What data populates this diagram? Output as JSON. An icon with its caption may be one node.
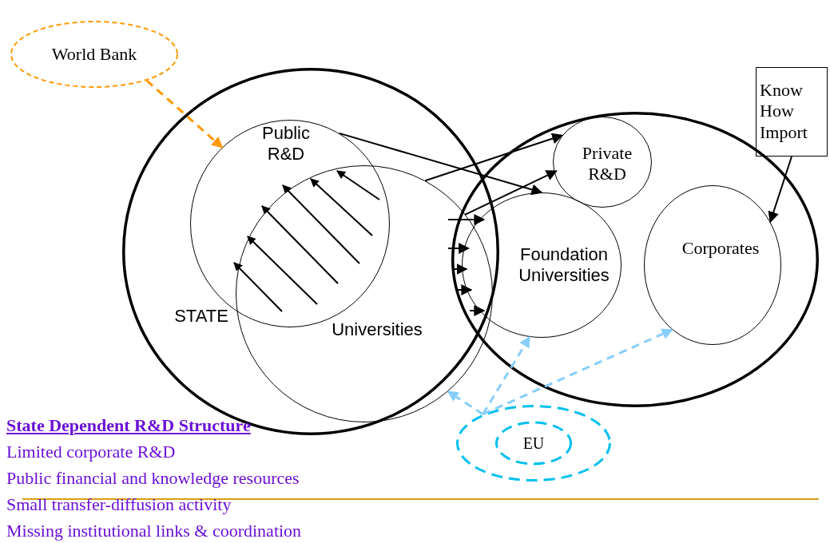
{
  "diagram": {
    "nodes": [
      {
        "text": [
          "World Bank"
        ]
      },
      {
        "text": [
          "STATE"
        ]
      },
      {
        "text": [],
        "shape": "circle"
      },
      {
        "text": [
          "Public R&D"
        ],
        "in": 1
      },
      {
        "text": [
          "Universities"
        ],
        "in": 1
      },
      {
        "text": [
          "Private R&D"
        ],
        "in": 2
      },
      {
        "text": [
          "Foundation Universities"
        ],
        "in": 2
      },
      {
        "text": [
          "Corporates"
        ],
        "in": 2
      },
      {
        "text": [
          "Know How Import"
        ]
      },
      {
        "text": [
          "EU"
        ]
      }
    ],
    "edges": [
      {
        "from": 0,
        "to": 3,
        "arrow": "to",
        "style": "dashed",
        "color": "#ff9900"
      },
      {
        "from": 3,
        "to": 6,
        "arrow": "to"
      },
      {
        "from": 4,
        "to": 5,
        "arrow": "to"
      },
      {
        "from": 4,
        "to": 5,
        "arrow": "to"
      },
      {
        "from": 8,
        "to": 7,
        "arrow": "to"
      },
      {
        "from": 9,
        "to": 4,
        "arrow": "to",
        "style": "dashed",
        "color": "#87cefa"
      },
      {
        "from": 9,
        "to": 6,
        "arrow": "to",
        "style": "dashed",
        "color": "#87cefa"
      },
      {
        "from": 9,
        "to": 7,
        "arrow": "to",
        "style": "dashed",
        "color": "#87cefa"
      },
      {
        "from": 4,
        "to": 6,
        "arrow": "to"
      },
      {
        "from": 4,
        "to": 6,
        "arrow": "to"
      },
      {
        "from": 4,
        "to": 6,
        "arrow": "to"
      },
      {
        "from": 4,
        "to": 6,
        "arrow": "to"
      },
      {
        "from": 4,
        "to": 6,
        "arrow": "to"
      }
    ],
    "labels": [
      "State Dependent R&D Structure",
      "Limited corporate R&D",
      "Public financial and knowledge resources",
      "Small transfer-diffusion activity",
      "Missing institutional links & coordination"
    ]
  }
}
